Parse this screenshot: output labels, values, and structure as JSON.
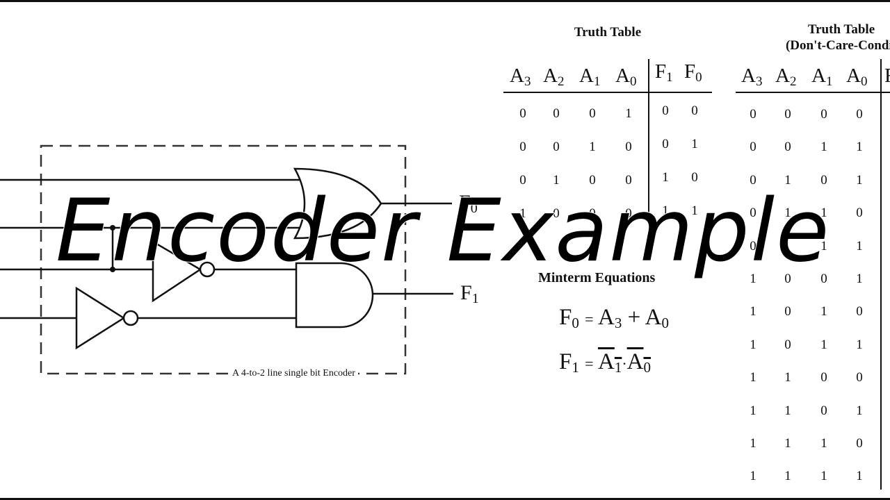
{
  "title_overlay": "Encoder Example",
  "circuit": {
    "caption": "A 4-to-2 line single bit Encoder",
    "outputs": {
      "f0": "F",
      "f0_sub": "0",
      "f1": "F",
      "f1_sub": "1"
    }
  },
  "truth_table": {
    "title": "Truth Table",
    "inputs": [
      {
        "letter": "A",
        "sub": "3"
      },
      {
        "letter": "A",
        "sub": "2"
      },
      {
        "letter": "A",
        "sub": "1"
      },
      {
        "letter": "A",
        "sub": "0"
      }
    ],
    "outputs": [
      {
        "letter": "F",
        "sub": "1"
      },
      {
        "letter": "F",
        "sub": "0"
      }
    ],
    "rows": [
      {
        "in": [
          "0",
          "0",
          "0",
          "1"
        ],
        "out": [
          "0",
          "0"
        ]
      },
      {
        "in": [
          "0",
          "0",
          "1",
          "0"
        ],
        "out": [
          "0",
          "1"
        ]
      },
      {
        "in": [
          "0",
          "1",
          "0",
          "0"
        ],
        "out": [
          "1",
          "0"
        ]
      },
      {
        "in": [
          "1",
          "0",
          "0",
          "0"
        ],
        "out": [
          "1",
          "1"
        ]
      }
    ]
  },
  "dont_care_table": {
    "title_line1": "Truth Table",
    "title_line2": "(Don't-Care-Condit",
    "inputs": [
      {
        "letter": "A",
        "sub": "3"
      },
      {
        "letter": "A",
        "sub": "2"
      },
      {
        "letter": "A",
        "sub": "1"
      },
      {
        "letter": "A",
        "sub": "0"
      }
    ],
    "output_partial": "F",
    "rows": [
      [
        "0",
        "0",
        "0",
        "0"
      ],
      [
        "0",
        "0",
        "1",
        "1"
      ],
      [
        "0",
        "1",
        "0",
        "1"
      ],
      [
        "0",
        "1",
        "1",
        "0"
      ],
      [
        "0",
        "1",
        "1",
        "1"
      ],
      [
        "1",
        "0",
        "0",
        "1"
      ],
      [
        "1",
        "0",
        "1",
        "0"
      ],
      [
        "1",
        "0",
        "1",
        "1"
      ],
      [
        "1",
        "1",
        "0",
        "0"
      ],
      [
        "1",
        "1",
        "0",
        "1"
      ],
      [
        "1",
        "1",
        "1",
        "0"
      ],
      [
        "1",
        "1",
        "1",
        "1"
      ]
    ]
  },
  "minterm": {
    "title": "Minterm Equations",
    "eq0": {
      "lhs": "F",
      "lhs_sub": "0",
      "eq": "=",
      "t1": "A",
      "t1_sub": "3",
      "op": "+",
      "t2": "A",
      "t2_sub": "0"
    },
    "eq1": {
      "lhs": "F",
      "lhs_sub": "1",
      "eq": "=",
      "t1": "A",
      "t1_sub": "1",
      "op": "·",
      "t2": "A",
      "t2_sub": "0"
    }
  }
}
